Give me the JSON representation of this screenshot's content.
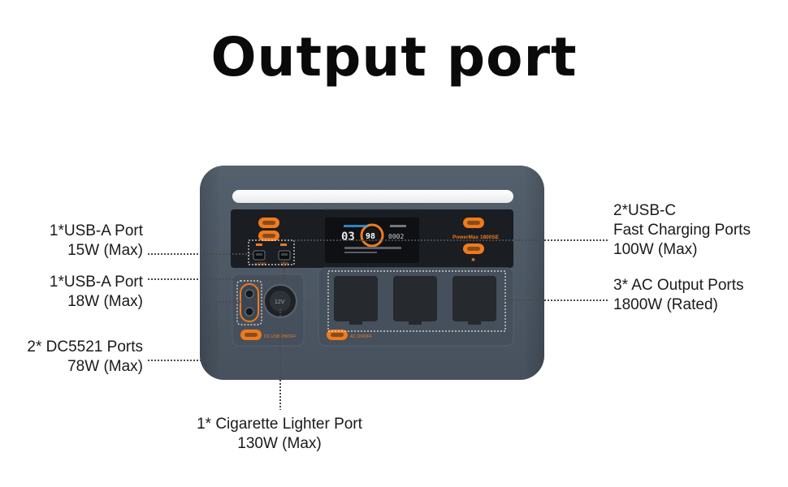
{
  "title": "Output port",
  "colors": {
    "device_body": "#4a5562",
    "panel": "#1a1d22",
    "accent": "#f07a1c",
    "socket": "#26292e"
  },
  "device": {
    "display": {
      "mode_digits": "03",
      "percent": "98",
      "watts": "0002"
    },
    "brand_label": "PowerMax 1800SE",
    "usb_a_left_label": "⊙15W",
    "usb_a_right_label": "18W",
    "dc_button_label": "DC·USB ON/OFF",
    "ac_button_label": "AC ON/OFF",
    "cig_label": "12V"
  },
  "callouts": {
    "usb_a_15": {
      "line1": "1*USB-A Port",
      "line2": "15W (Max)"
    },
    "usb_a_18": {
      "line1": "1*USB-A Port",
      "line2": "18W (Max)"
    },
    "dc5521": {
      "line1": "2* DC5521 Ports",
      "line2": "78W (Max)"
    },
    "cig": {
      "line1": "1* Cigarette Lighter Port",
      "line2": "130W (Max)"
    },
    "usb_c": {
      "line1": "2*USB-C",
      "line2": "Fast Charging Ports",
      "line3": "100W (Max)"
    },
    "ac": {
      "line1": "3* AC Output Ports",
      "line2": "1800W (Rated)"
    }
  }
}
